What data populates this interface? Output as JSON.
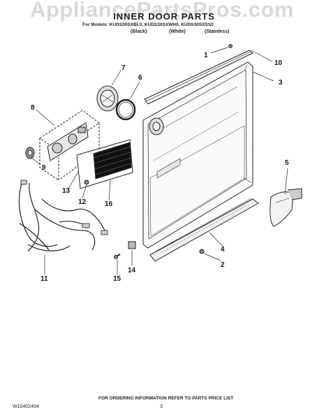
{
  "watermark": "AppliancePartsPros.com",
  "header": {
    "title": "INNER DOOR PARTS",
    "models_line": "For Models: KUDS30SXBL0, KUDS30SXWH0, KUDS30SXSS0",
    "colors": [
      "(Black)",
      "(White)",
      "(Stainless)"
    ]
  },
  "callouts": {
    "n1": "1",
    "n2": "2",
    "n3": "3",
    "n4": "4",
    "n5": "5",
    "n6": "6",
    "n7": "7",
    "n8": "8",
    "n9": "9",
    "n10": "10",
    "n11": "11",
    "n12": "12",
    "n13": "13",
    "n14": "14",
    "n15": "15",
    "n16": "16"
  },
  "footer": {
    "doc_number": "W10402464",
    "ordering_note": "FOR ORDERING INFORMATION REFER TO PARTS PRICE LIST",
    "page_number": "3"
  }
}
